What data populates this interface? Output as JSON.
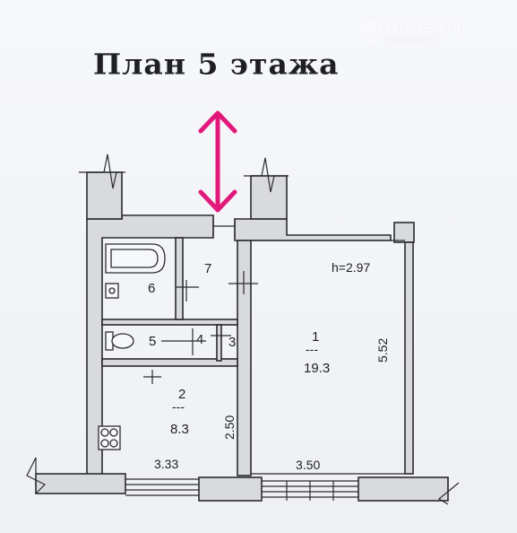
{
  "title": "План 5 этажа",
  "watermark": {
    "brand": "ONREALT",
    "subtitle": "НЕДВИЖИМОСТЬ"
  },
  "ceiling_height": "h=2.97",
  "rooms": {
    "r1": {
      "number": "1",
      "separator": "---",
      "area": "19.3"
    },
    "r2": {
      "number": "2",
      "separator": "---",
      "area": "8.3"
    },
    "r3": {
      "number": "3"
    },
    "r4": {
      "number": "4"
    },
    "r5": {
      "number": "5"
    },
    "r6": {
      "number": "6"
    },
    "r7": {
      "number": "7"
    }
  },
  "dimensions": {
    "room1_depth": "5.52",
    "room2_depth": "2.50",
    "room2_width": "3.33",
    "room1_width": "3.50"
  },
  "colors": {
    "wall_fill": "#d9dade",
    "line": "#2a2b2f",
    "arrow": "#e0197a",
    "paper": "#f4f5f8"
  },
  "icons": [
    "entrance-arrow-icon",
    "bathtub-icon",
    "sink-icon",
    "toilet-icon",
    "kitchen-stove-icon"
  ]
}
